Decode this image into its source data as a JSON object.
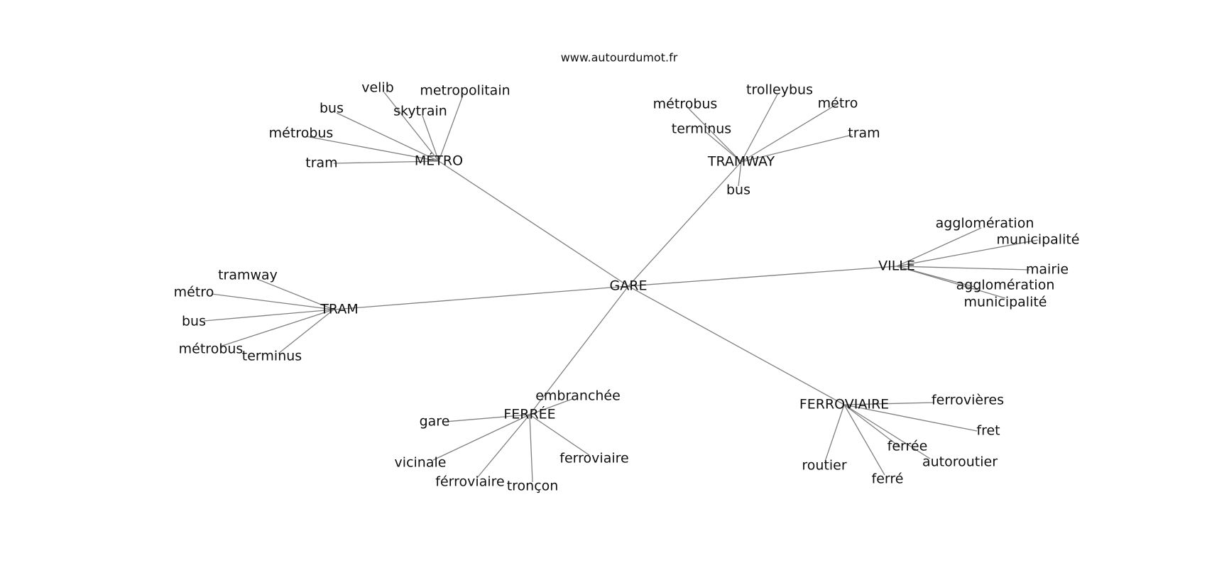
{
  "source": "www.autourdumot.fr",
  "root": "GARE",
  "nodes": {
    "GARE": "GARE",
    "METRO": "MÉTRO",
    "TRAMWAY": "TRAMWAY",
    "VILLE": "VILLE",
    "TRAM": "TRAM",
    "FERREE": "FERRÉE",
    "FERROVIAIRE": "FERROVIAIRE",
    "m_velib": "velib",
    "m_metropolitain": "metropolitain",
    "m_bus": "bus",
    "m_skytrain": "skytrain",
    "m_metrobus": "métrobus",
    "m_tram": "tram",
    "tw_metrobus": "métrobus",
    "tw_trolleybus": "trolleybus",
    "tw_metro": "métro",
    "tw_terminus": "terminus",
    "tw_tram": "tram",
    "tw_bus": "bus",
    "v_agglo1": "agglomération",
    "v_muni1": "municipalité",
    "v_mairie": "mairie",
    "v_agglo2": "agglomération",
    "v_muni2": "municipalité",
    "t_tramway": "tramway",
    "t_metro": "métro",
    "t_bus": "bus",
    "t_metrobus": "métrobus",
    "t_terminus": "terminus",
    "f_embranchee": "embranchée",
    "f_gare": "gare",
    "f_vicinale": "vicinale",
    "f_ferroviaire": "ferroviaire",
    "f_ferroviaire2": "férroviaire",
    "f_troncon": "tronçon",
    "fv_ferrovieres": "ferrovières",
    "fv_fret": "fret",
    "fv_ferree": "ferrée",
    "fv_autoroutier": "autoroutier",
    "fv_routier": "routier",
    "fv_ferre": "ferré"
  },
  "edges": [
    [
      "GARE",
      "METRO"
    ],
    [
      "GARE",
      "TRAMWAY"
    ],
    [
      "GARE",
      "VILLE"
    ],
    [
      "GARE",
      "TRAM"
    ],
    [
      "GARE",
      "FERREE"
    ],
    [
      "GARE",
      "FERROVIAIRE"
    ],
    [
      "METRO",
      "m_velib"
    ],
    [
      "METRO",
      "m_metropolitain"
    ],
    [
      "METRO",
      "m_bus"
    ],
    [
      "METRO",
      "m_skytrain"
    ],
    [
      "METRO",
      "m_metrobus"
    ],
    [
      "METRO",
      "m_tram"
    ],
    [
      "TRAMWAY",
      "tw_metrobus"
    ],
    [
      "TRAMWAY",
      "tw_trolleybus"
    ],
    [
      "TRAMWAY",
      "tw_metro"
    ],
    [
      "TRAMWAY",
      "tw_terminus"
    ],
    [
      "TRAMWAY",
      "tw_tram"
    ],
    [
      "TRAMWAY",
      "tw_bus"
    ],
    [
      "VILLE",
      "v_agglo1"
    ],
    [
      "VILLE",
      "v_muni1"
    ],
    [
      "VILLE",
      "v_mairie"
    ],
    [
      "VILLE",
      "v_agglo2"
    ],
    [
      "VILLE",
      "v_muni2"
    ],
    [
      "TRAM",
      "t_tramway"
    ],
    [
      "TRAM",
      "t_metro"
    ],
    [
      "TRAM",
      "t_bus"
    ],
    [
      "TRAM",
      "t_metrobus"
    ],
    [
      "TRAM",
      "t_terminus"
    ],
    [
      "FERREE",
      "f_embranchee"
    ],
    [
      "FERREE",
      "f_gare"
    ],
    [
      "FERREE",
      "f_vicinale"
    ],
    [
      "FERREE",
      "f_ferroviaire"
    ],
    [
      "FERREE",
      "f_ferroviaire2"
    ],
    [
      "FERREE",
      "f_troncon"
    ],
    [
      "FERROVIAIRE",
      "fv_ferrovieres"
    ],
    [
      "FERROVIAIRE",
      "fv_fret"
    ],
    [
      "FERROVIAIRE",
      "fv_ferree"
    ],
    [
      "FERROVIAIRE",
      "fv_autoroutier"
    ],
    [
      "FERROVIAIRE",
      "fv_routier"
    ],
    [
      "FERROVIAIRE",
      "fv_ferre"
    ]
  ],
  "colors": {
    "edge": "#808080",
    "text": "#111111",
    "background": "#ffffff"
  }
}
